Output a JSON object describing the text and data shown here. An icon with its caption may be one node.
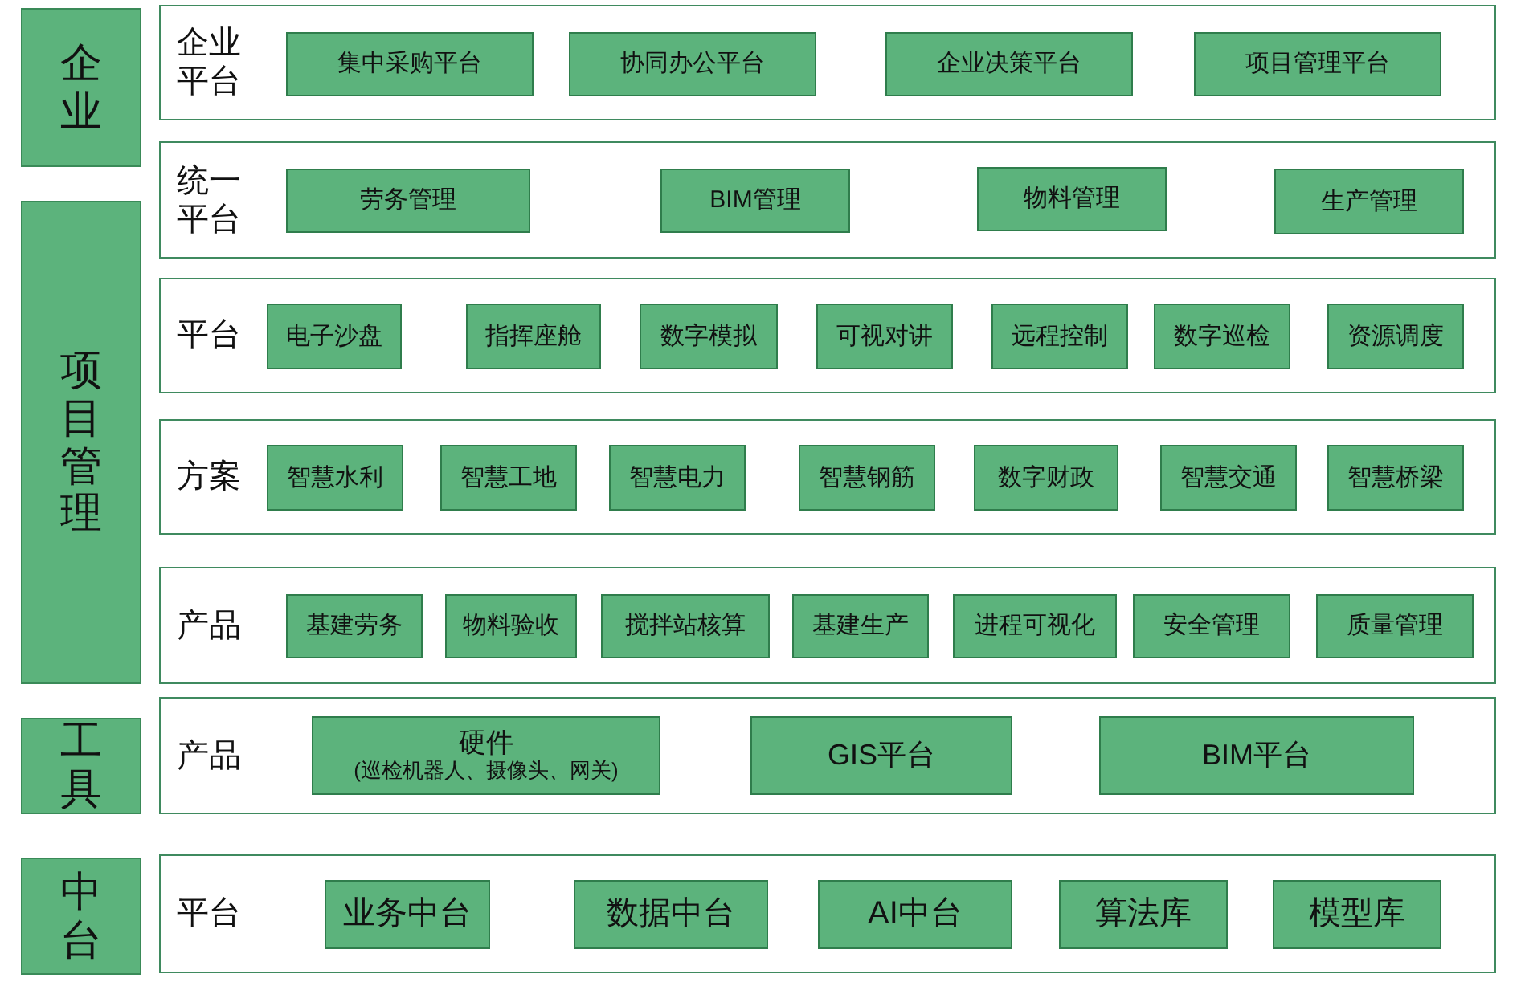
{
  "diagram": {
    "nodes": [
      {
        "text": [
          "企业"
        ]
      },
      {
        "text": [
          "企业平台"
        ]
      },
      {
        "text": [
          "集中采购平台"
        ],
        "in": 1
      },
      {
        "text": [
          "协同办公平台"
        ],
        "in": 1
      },
      {
        "text": [
          "企业决策平台"
        ],
        "in": 1
      },
      {
        "text": [
          "项目管理平台"
        ],
        "in": 1
      },
      {
        "text": [
          "统一平台"
        ]
      },
      {
        "text": [
          "劳务管理"
        ],
        "in": 6
      },
      {
        "text": [
          "BIM管理"
        ],
        "in": 6
      },
      {
        "text": [
          "物料管理"
        ],
        "in": 6
      },
      {
        "text": [
          "生产管理"
        ],
        "in": 6
      },
      {
        "text": [
          "项目管理"
        ]
      },
      {
        "text": [
          "平台"
        ]
      },
      {
        "text": [
          "电子沙盘"
        ],
        "in": 12
      },
      {
        "text": [
          "指挥座舱"
        ],
        "in": 12
      },
      {
        "text": [
          "数字模拟"
        ],
        "in": 12
      },
      {
        "text": [
          "可视对讲"
        ],
        "in": 12
      },
      {
        "text": [
          "远程控制"
        ],
        "in": 12
      },
      {
        "text": [
          "数字巡检"
        ],
        "in": 12
      },
      {
        "text": [
          "资源调度"
        ],
        "in": 12
      },
      {
        "text": [
          "方案"
        ]
      },
      {
        "text": [
          "智慧水利"
        ],
        "in": 20
      },
      {
        "text": [
          "智慧工地"
        ],
        "in": 20
      },
      {
        "text": [
          "智慧电力"
        ],
        "in": 20
      },
      {
        "text": [
          "智慧钢筋"
        ],
        "in": 20
      },
      {
        "text": [
          "数字财政"
        ],
        "in": 20
      },
      {
        "text": [
          "智慧交通"
        ],
        "in": 20
      },
      {
        "text": [
          "智慧桥梁"
        ],
        "in": 20
      },
      {
        "text": [
          "产品"
        ]
      },
      {
        "text": [
          "基建劳务"
        ],
        "in": 28
      },
      {
        "text": [
          "物料验收"
        ],
        "in": 28
      },
      {
        "text": [
          "搅拌站核算"
        ],
        "in": 28
      },
      {
        "text": [
          "基建生产"
        ],
        "in": 28
      },
      {
        "text": [
          "进程可视化"
        ],
        "in": 28
      },
      {
        "text": [
          "安全管理"
        ],
        "in": 28
      },
      {
        "text": [
          "质量管理"
        ],
        "in": 28
      },
      {
        "text": [
          "工具"
        ]
      },
      {
        "text": [
          "产品"
        ]
      },
      {
        "text": [
          "硬件",
          "(巡检机器人、摄像头、网关)"
        ],
        "in": 37
      },
      {
        "text": [
          "GIS平台"
        ],
        "in": 37
      },
      {
        "text": [
          "BIM平台"
        ],
        "in": 37
      },
      {
        "text": [
          "中台"
        ]
      },
      {
        "text": [
          "平台"
        ]
      },
      {
        "text": [
          "业务中台"
        ],
        "in": 42
      },
      {
        "text": [
          "数据中台"
        ],
        "in": 42
      },
      {
        "text": [
          "AI中台"
        ],
        "in": 42
      },
      {
        "text": [
          "算法库"
        ],
        "in": 42
      },
      {
        "text": [
          "模型库"
        ],
        "in": 42
      }
    ]
  }
}
